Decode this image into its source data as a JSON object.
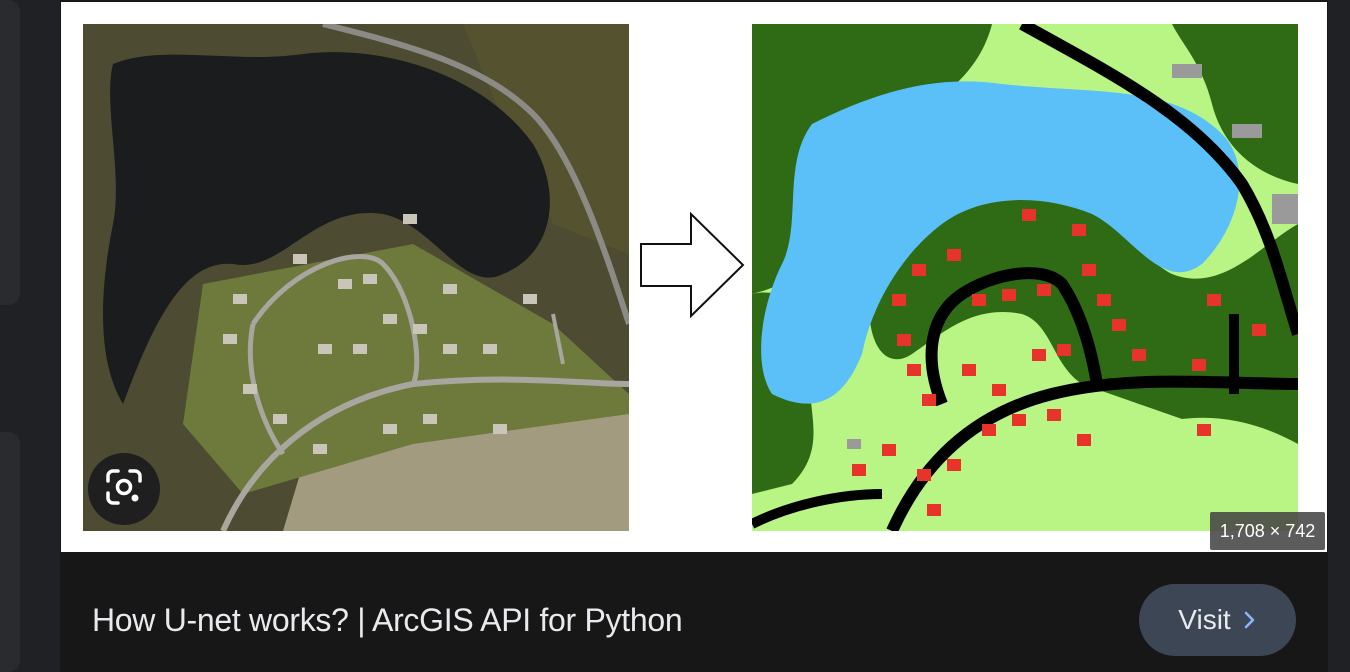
{
  "result": {
    "caption": "How U-net works? | ArcGIS API for Python",
    "dimensions": "1,708 × 742",
    "visit_label": "Visit"
  },
  "icons": {
    "lens": "google-lens-icon",
    "visit": "chevron-right-icon",
    "arrow": "right-arrow-icon"
  },
  "colors": {
    "background": "#202124",
    "panel": "#171717",
    "visit_button": "#3c4655",
    "segmentation_water": "#5bc0f8",
    "segmentation_trees": "#2f6b14",
    "segmentation_grass": "#b8f584",
    "segmentation_roads": "#000000",
    "segmentation_buildings": "#e8332a",
    "segmentation_paved": "#9a9a9a"
  }
}
